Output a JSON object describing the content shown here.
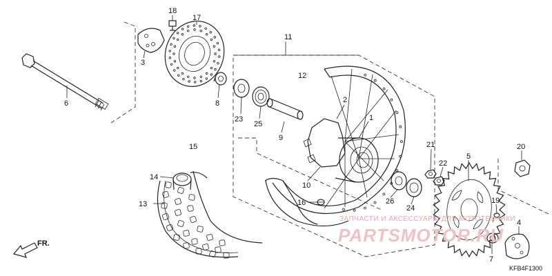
{
  "labels": {
    "p1": "1",
    "p2": "2",
    "p3": "3",
    "p4": "4",
    "p5": "5",
    "p6": "6",
    "p7": "7",
    "p8": "8",
    "p9": "9",
    "p10": "10",
    "p11": "11",
    "p12": "12",
    "p13": "13",
    "p14": "14",
    "p15": "15",
    "p16": "16",
    "p17": "17",
    "p18": "18",
    "p19": "19",
    "p20": "20",
    "p21": "21",
    "p22": "22",
    "p23": "23",
    "p24": "24",
    "p25": "25",
    "p26": "26"
  },
  "direction_arrow": "FR.",
  "diagram_code": "KFB4F1300",
  "watermark": {
    "top_text": "ЗАПЧАСТИ И АКСЕССУАРЫ ДЛЯ МОТОТЕХНИКИ",
    "brand": "PARTSMOTOR.RU"
  },
  "colors": {
    "line": "#222222",
    "watermark": "#e7a6ab",
    "background": "#ffffff"
  }
}
